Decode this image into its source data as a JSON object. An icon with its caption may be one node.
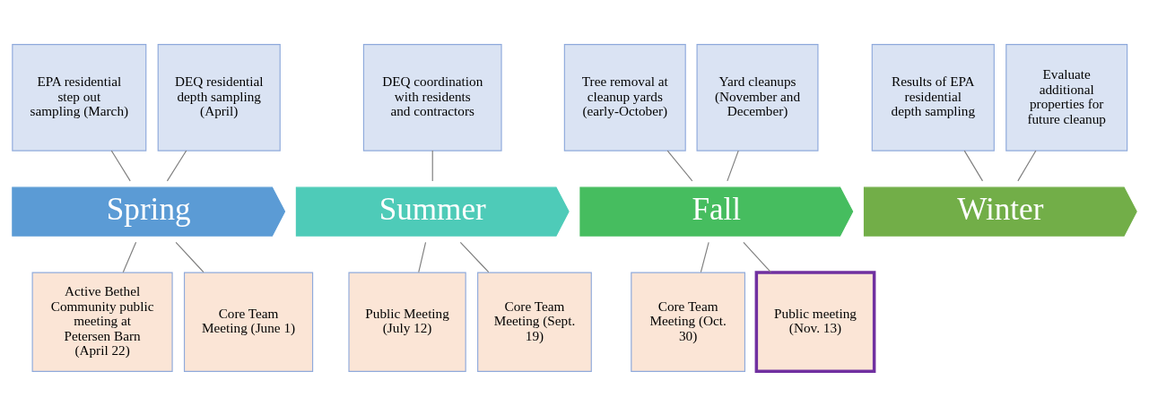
{
  "diagram": {
    "nodes": [
      {
        "text": [
          "Spring"
        ]
      },
      {
        "text": [
          "Summer"
        ]
      },
      {
        "text": [
          "Fall"
        ]
      },
      {
        "text": [
          "Winter"
        ]
      },
      {
        "text": [
          "EPA residential step out sampling (March)"
        ]
      },
      {
        "text": [
          "DEQ residential depth sampling (April)"
        ]
      },
      {
        "text": [
          "DEQ coordination with residents and contractors"
        ]
      },
      {
        "text": [
          "Tree removal at cleanup yards (early-October)"
        ]
      },
      {
        "text": [
          "Yard cleanups (November and December)"
        ]
      },
      {
        "text": [
          "Results of EPA residential depth sampling"
        ]
      },
      {
        "text": [
          "Evaluate additional properties for future cleanup"
        ]
      },
      {
        "text": [
          "Active Bethel Community public meeting at Petersen Barn (April 22)"
        ]
      },
      {
        "text": [
          "Core Team Meeting (June 1)"
        ]
      },
      {
        "text": [
          "Public Meeting (July 12)"
        ]
      },
      {
        "text": [
          "Core Team Meeting (Sept. 19)"
        ]
      },
      {
        "text": [
          "Core Team Meeting (Oct. 30)"
        ]
      },
      {
        "text": [
          "Public meeting (Nov. 13)"
        ]
      }
    ],
    "edges": [
      {
        "from": 4,
        "to": 0,
        "arrow": "none"
      },
      {
        "from": 5,
        "to": 0,
        "arrow": "none"
      },
      {
        "from": 6,
        "to": 1,
        "arrow": "none"
      },
      {
        "from": 7,
        "to": 2,
        "arrow": "none"
      },
      {
        "from": 8,
        "to": 2,
        "arrow": "none"
      },
      {
        "from": 9,
        "to": 3,
        "arrow": "none"
      },
      {
        "from": 10,
        "to": 3,
        "arrow": "none"
      },
      {
        "from": 0,
        "to": 11,
        "arrow": "none"
      },
      {
        "from": 0,
        "to": 12,
        "arrow": "none"
      },
      {
        "from": 1,
        "to": 13,
        "arrow": "none"
      },
      {
        "from": 1,
        "to": 14,
        "arrow": "none"
      },
      {
        "from": 2,
        "to": 15,
        "arrow": "none"
      },
      {
        "from": 2,
        "to": 16,
        "arrow": "none"
      }
    ]
  }
}
